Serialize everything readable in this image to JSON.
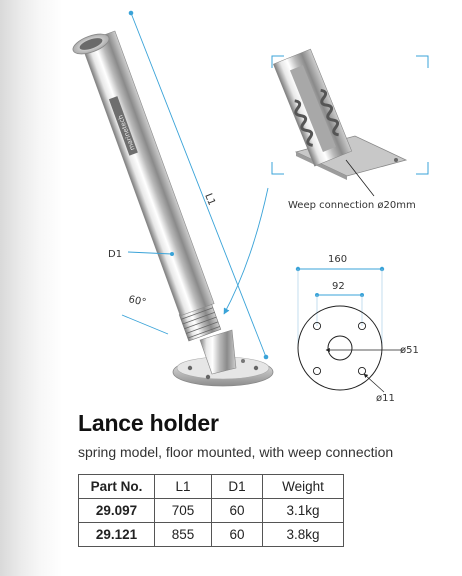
{
  "product": {
    "title": "Lance holder",
    "subtitle": "spring model, floor mounted, with weep connection"
  },
  "drawing": {
    "dim_l1": "L1",
    "dim_d1": "D1",
    "angle": "60°",
    "weep_note": "Weep connection ø20mm",
    "dim_160": "160",
    "dim_92": "92",
    "dim_51": "ø51",
    "dim_11": "ø11",
    "brand_mark": "marinetech"
  },
  "table": {
    "headers": [
      "Part No.",
      "L1",
      "D1",
      "Weight"
    ],
    "rows": [
      [
        "29.097",
        "705",
        "60",
        "3.1kg"
      ],
      [
        "29.121",
        "855",
        "60",
        "3.8kg"
      ]
    ]
  }
}
